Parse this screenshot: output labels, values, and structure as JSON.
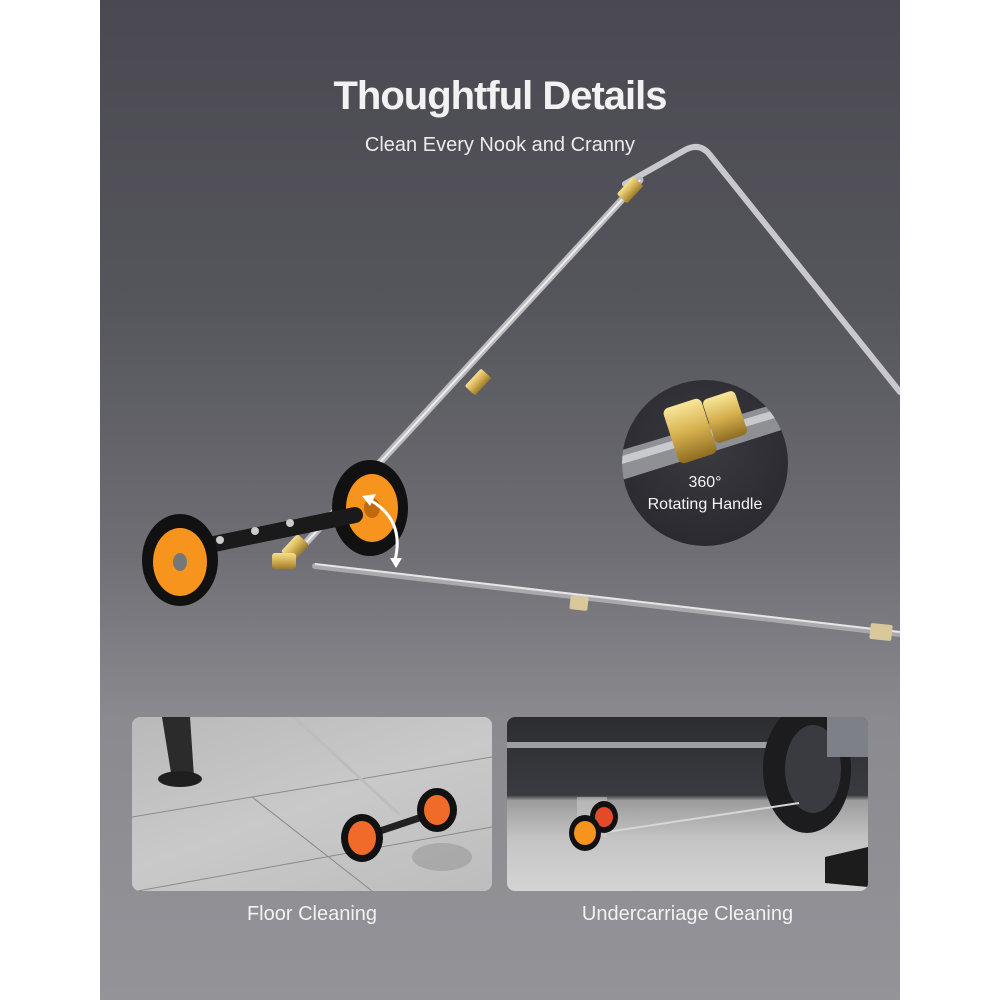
{
  "header": {
    "title": "Thoughtful Details",
    "subtitle": "Clean Every Nook and Cranny"
  },
  "callout": {
    "line1": "360°",
    "line2": "Rotating Handle"
  },
  "cards": [
    {
      "caption": "Floor Cleaning"
    },
    {
      "caption": "Undercarriage Cleaning"
    }
  ],
  "colors": {
    "panel_top": "#4a4951",
    "panel_bottom": "#939398",
    "wheel_orange": "#f7941d",
    "brass": "#d4b055",
    "text": "#f2f2f2"
  }
}
